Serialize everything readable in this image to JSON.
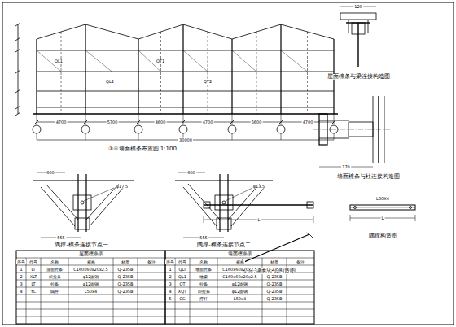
{
  "diagram": {
    "labels": [
      "③④墙面檩条布置图 1:100",
      "4700",
      "5700",
      "4600",
      "4700",
      "5600",
      "4700",
      "30000",
      "QL1",
      "QL2",
      "QT1",
      "QT2",
      "屋面檩条与梁连接构造图",
      "120",
      "墙面檩条与柱连接构造图",
      "170",
      "L50X4",
      "L",
      "隅撑构造图",
      "屋面,墙面拉条构造图",
      "L",
      "600",
      "φ17.5",
      "555",
      "隅撑-檩条连接节点一",
      "600",
      "φ13.5",
      "555",
      "隅撑-檩条连接节点二",
      "屋面檩条表",
      "序号",
      "代号",
      "名称",
      "规格",
      "材质",
      "备注",
      "1",
      "LT",
      "屋面檩条",
      "C160x60x20x2.5",
      "Q-235B",
      "2",
      "XLT",
      "斜拉条",
      "φ12圆钢",
      "Q-235B",
      "3",
      "LT",
      "拉条",
      "φ12圆钢",
      "Q-235B",
      "4",
      "YC",
      "隅撑",
      "L50x4",
      "Q-235B",
      "墙面檩条表",
      "序号",
      "代号",
      "名称",
      "规格",
      "材质",
      "备注",
      "1",
      "QLT",
      "墙面檩条",
      "C160x60x20x2.5",
      "Q-235B",
      "2",
      "QL1",
      "墙梁",
      "C160x60x20x2.5",
      "Q-235B",
      "3",
      "QT",
      "拉条",
      "φ12圆钢",
      "Q-235B",
      "4",
      "XQT",
      "斜拉条",
      "φ12圆钢",
      "Q-235B",
      "5",
      "CG",
      "撑杆",
      "L50x4",
      "Q-235B"
    ]
  }
}
